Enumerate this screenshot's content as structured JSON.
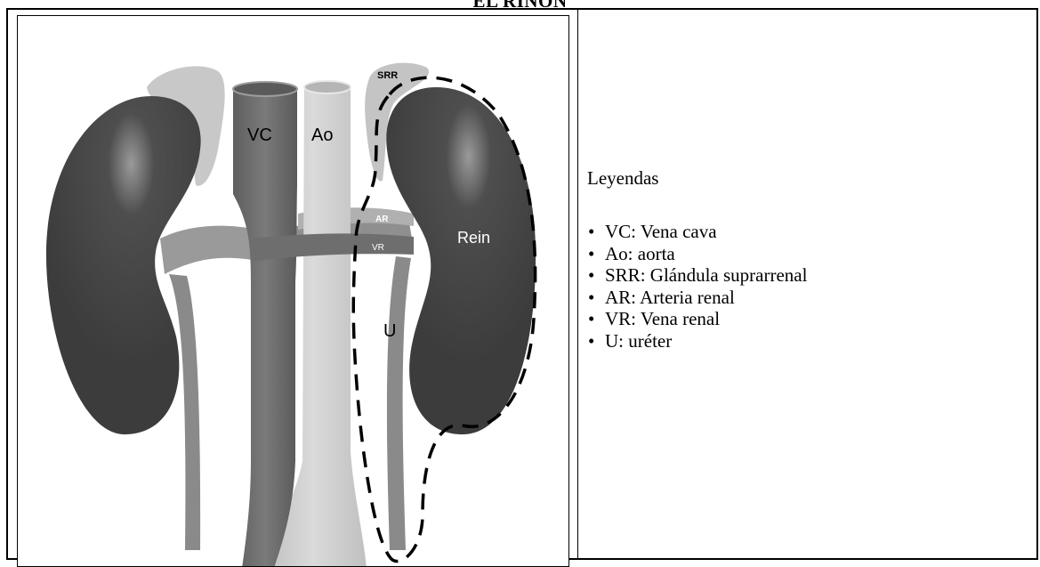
{
  "document": {
    "title": "EL RIÑÓN"
  },
  "figure": {
    "labels": {
      "vc": "VC",
      "ao": "Ao",
      "srr": "SRR",
      "ar": "AR",
      "vr": "VR",
      "u": "U",
      "rein": "Rein"
    },
    "colors": {
      "kidney": "#4a4a4a",
      "vena_cava": "#6f6f6f",
      "aorta": "#cfcfcf",
      "gland": "#c4c4c4",
      "ureter": "#8a8a8a",
      "outline_dash": "#000000"
    }
  },
  "legend": {
    "title": "Leyendas",
    "bullet": "•",
    "items": [
      "VC: Vena cava",
      "Ao: aorta",
      "SRR: Glándula suprarrenal",
      "AR: Arteria renal",
      "VR: Vena renal",
      "U: uréter"
    ]
  }
}
